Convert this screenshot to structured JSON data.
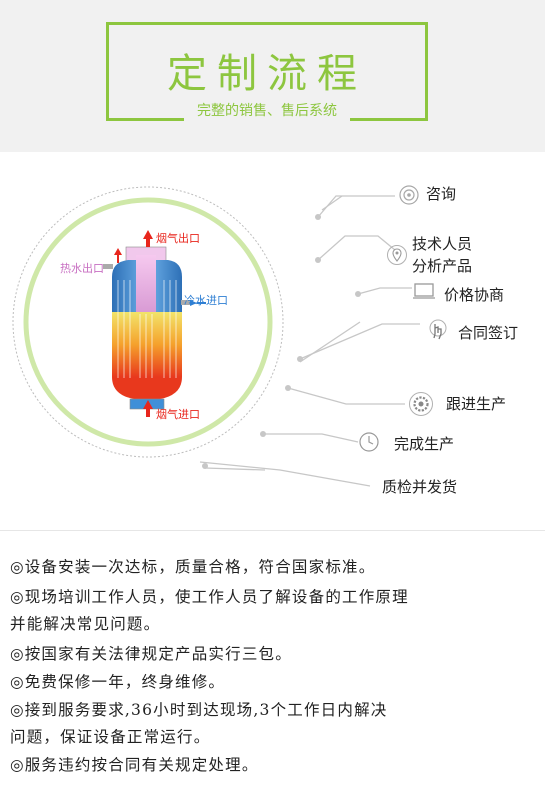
{
  "header": {
    "title": "定制流程",
    "subtitle": "完整的销售、售后系统"
  },
  "diagram": {
    "labels": {
      "flue_out": "烟气出口",
      "hot_water_out": "热水出口",
      "cold_water_in": "冷水进口",
      "flue_in": "烟气进口"
    }
  },
  "steps": [
    {
      "label": "咨询",
      "icon": "target-icon"
    },
    {
      "label": "技术人员",
      "label2": "分析产品",
      "icon": "location-pin-icon"
    },
    {
      "label": "价格协商",
      "icon": "screen-icon"
    },
    {
      "label": "合同签订",
      "icon": "hand-icon"
    },
    {
      "label": "跟进生产",
      "icon": "gear-icon"
    },
    {
      "label": "完成生产",
      "icon": "clock-icon"
    },
    {
      "label": "质检并发货",
      "icon": ""
    }
  ],
  "notes": [
    "◎设备安装一次达标，质量合格，符合国家标准。",
    "◎现场培训工作人员，使工作人员了解设备的工作原理",
    "并能解决常见问题。",
    "◎按国家有关法律规定产品实行三包。",
    "◎免费保修一年，终身维修。",
    "◎接到服务要求,36小时到达现场,3个工作日内解决",
    "问题，保证设备正常运行。",
    "◎服务违约按合同有关规定处理。"
  ],
  "colors": {
    "accent_green": "#8dc63f",
    "arrow_red": "#e8261d",
    "hot_pink": "#c86fc2",
    "cold_blue": "#2f7fd3"
  }
}
